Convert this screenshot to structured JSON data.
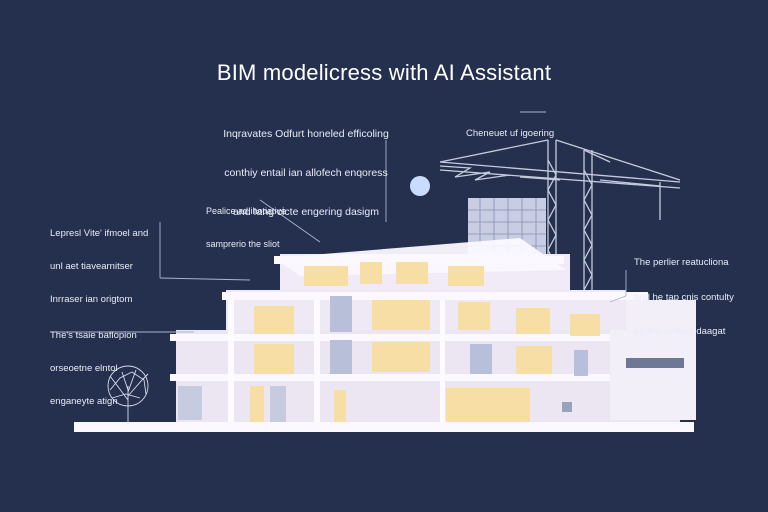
{
  "title": "BIM modelicress with AI Assistant",
  "annotations": {
    "top": [
      "Inqravates Odfurt honeled efficoling",
      "conthiy entail ian allofech enqoress",
      "and Iang cicte engering dasigm"
    ],
    "crane": [
      "Cheneuet uf igoering"
    ],
    "upper_left": [
      "Pealice ad ihotiative",
      "samprerio the sliot"
    ],
    "left": [
      "Lepresl Vite' ifmoel and",
      "unl aet tiavearnitser",
      "Inrraser ian origtom"
    ],
    "lower_left": [
      "The's tsaie baflopion",
      "orseoetne elntol",
      "enganeyte atign"
    ],
    "right": [
      "The perlier reatucliona",
      "and he tap cnis contulty",
      "od tire ecoting daagat"
    ]
  },
  "colors": {
    "background": "#25304f",
    "building": "#f4eff8",
    "window": "#f7dfa0",
    "lines": "#a9b4d4"
  }
}
